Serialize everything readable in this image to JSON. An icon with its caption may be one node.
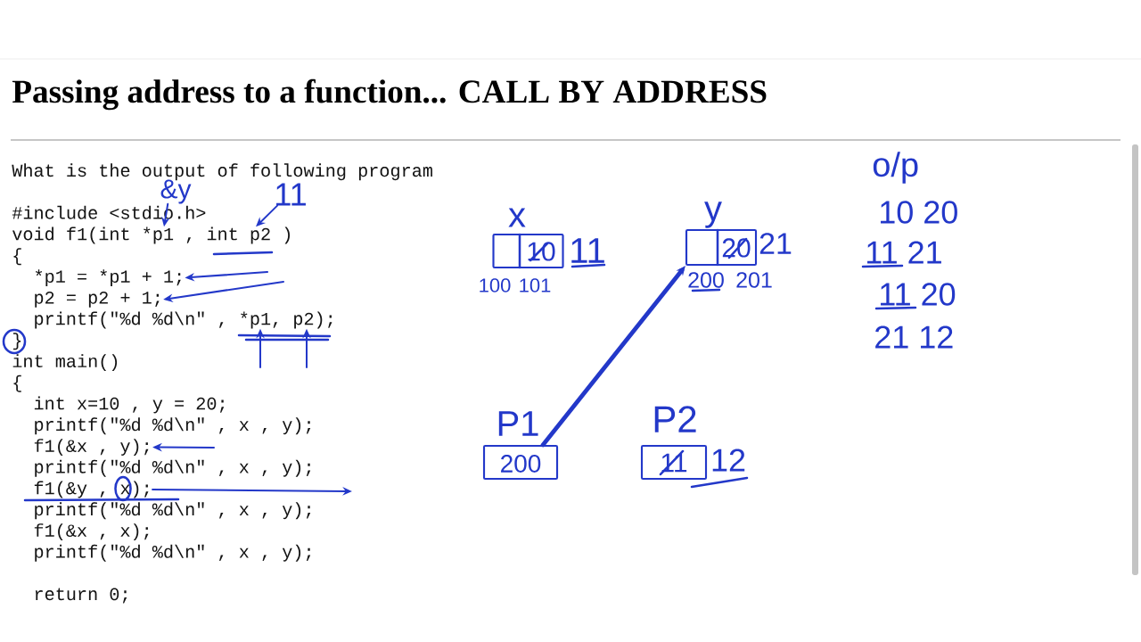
{
  "diagram": {
    "title": "Passing address to a function... CALL BY ADDRESS",
    "nodes": [
      {
        "text": [
          "&y"
        ]
      },
      {
        "text": [
          "11"
        ]
      },
      {
        "text": [
          "void f1(int *p1 , int p2 )"
        ]
      },
      {
        "text": [
          "*p1 = *p1 + 1;"
        ]
      },
      {
        "text": [
          "p2 = p2 + 1;"
        ]
      },
      {
        "text": [
          "printf(\"%d %d\\n\" , *p1, p2);"
        ]
      },
      {
        "text": [
          "f1(&x , y);"
        ]
      },
      {
        "text": [
          "f1(&y , x);"
        ]
      },
      {
        "text": [
          "x",
          "10"
        ],
        "beside": [
          "11",
          "100",
          "101"
        ]
      },
      {
        "text": [
          "y",
          "20"
        ],
        "beside": [
          "21",
          "200",
          "201"
        ]
      },
      {
        "text": [
          "P1",
          "200"
        ]
      },
      {
        "text": [
          "P2",
          "11"
        ],
        "beside": [
          "12"
        ]
      }
    ],
    "edges": [
      {
        "from": 0,
        "to": 2,
        "arrow": "to"
      },
      {
        "from": 1,
        "to": 2,
        "arrow": "to"
      },
      {
        "from": null,
        "to": 3,
        "arrow": "to"
      },
      {
        "from": null,
        "to": 4,
        "arrow": "to"
      },
      {
        "from": null,
        "to": 5,
        "arrow": "to"
      },
      {
        "from": null,
        "to": 5,
        "arrow": "to"
      },
      {
        "from": null,
        "to": 6,
        "arrow": "to"
      },
      {
        "from": 7,
        "to": null,
        "arrow": "to"
      },
      {
        "from": 10,
        "to": 9,
        "arrow": "to",
        "style": "thick"
      }
    ],
    "labels": [
      "What is the output of following program",
      "#include <stdio.h>",
      "{",
      "}",
      "int main()",
      "{",
      "int x=10 , y = 20;",
      "printf(\"%d %d\\n\" , x , y);",
      "printf(\"%d %d\\n\" , x , y);",
      "printf(\"%d %d\\n\" , x , y);",
      "f1(&x , x);",
      "printf(\"%d %d\\n\" , x , y);",
      "return 0;",
      "o/p",
      "10 20",
      "11 21",
      "11 20",
      "21 12"
    ]
  }
}
